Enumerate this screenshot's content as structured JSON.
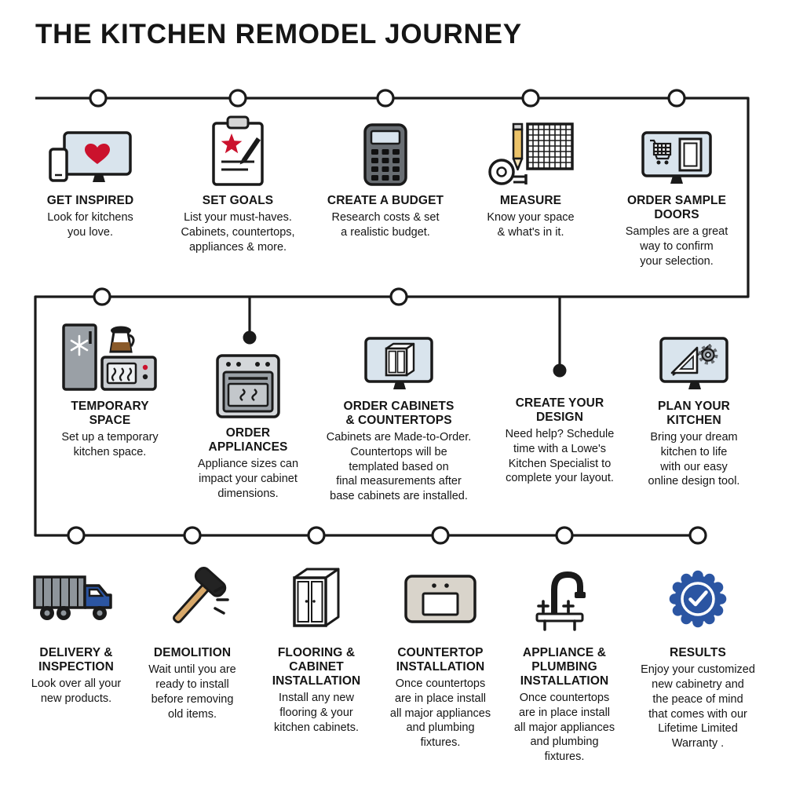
{
  "page": {
    "title": "THE KITCHEN REMODEL JOURNEY"
  },
  "colors": {
    "accent_red": "#cb122d",
    "accent_blue": "#2b55a2",
    "line_black": "#1a1a1a",
    "screen_blue": "#d9e4ed",
    "appliance_gray": "#9aa0a6"
  },
  "rows": [
    {
      "name": "row-1",
      "steps": [
        {
          "title": "GET INSPIRED",
          "description": "Look for kitchens\nyou love.",
          "icon": "monitor-heart-icon"
        },
        {
          "title": "SET GOALS",
          "description": "List your must-haves.\nCabinets, countertops,\nappliances & more.",
          "icon": "clipboard-star-icon"
        },
        {
          "title": "CREATE A BUDGET",
          "description": "Research costs & set\na realistic budget.",
          "icon": "calculator-icon"
        },
        {
          "title": "MEASURE",
          "description": "Know your space\n& what's in it.",
          "icon": "tape-measure-grid-icon"
        },
        {
          "title": "ORDER SAMPLE\nDOORS",
          "description": "Samples are a great\nway to confirm\nyour selection.",
          "icon": "monitor-cart-door-icon"
        }
      ]
    },
    {
      "name": "row-2",
      "steps": [
        {
          "title": "TEMPORARY\nSPACE",
          "description": "Set up a temporary\nkitchen space.",
          "icon": "fridge-microwave-icon"
        },
        {
          "title": "ORDER\nAPPLIANCES",
          "description": "Appliance sizes can\nimpact your cabinet\ndimensions.",
          "icon": "oven-icon"
        },
        {
          "title": "ORDER CABINETS\n& COUNTERTOPS",
          "description": "Cabinets are Made-to-Order.\nCountertops will be\ntemplated based on\nfinal measurements after\nbase cabinets are installed.",
          "icon": "monitor-cabinet-icon"
        },
        {
          "title": "CREATE YOUR\nDESIGN",
          "description": "Need help? Schedule\ntime with a Lowe's\nKitchen Specialist to\ncomplete your layout.",
          "icon": null
        },
        {
          "title": "PLAN YOUR\nKITCHEN",
          "description": "Bring your dream\nkitchen to life\nwith our easy\nonline design tool.",
          "icon": "monitor-ruler-gear-icon"
        }
      ]
    },
    {
      "name": "row-3",
      "steps": [
        {
          "title": "DELIVERY &\nINSPECTION",
          "description": "Look over all your\nnew products.",
          "icon": "delivery-truck-icon"
        },
        {
          "title": "DEMOLITION",
          "description": "Wait until you are\nready to install\nbefore removing\nold items.",
          "icon": "sledgehammer-icon"
        },
        {
          "title": "FLOORING &\nCABINET\nINSTALLATION",
          "description": "Install any new\nflooring & your\nkitchen cabinets.",
          "icon": "cabinet-icon"
        },
        {
          "title": "COUNTERTOP\nINSTALLATION",
          "description": "Once countertops\nare in place install\nall major appliances\nand plumbing\nfixtures.",
          "icon": "countertop-sink-icon"
        },
        {
          "title": "APPLIANCE &\nPLUMBING\nINSTALLATION",
          "description": "Once countertops\nare in place install\nall major appliances\nand plumbing\nfixtures.",
          "icon": "faucet-icon"
        },
        {
          "title": "RESULTS",
          "description": "Enjoy your customized\nnew cabinetry and\nthe peace of mind\nthat comes with our\nLifetime Limited\nWarranty .",
          "icon": "warranty-badge-icon"
        }
      ]
    }
  ]
}
